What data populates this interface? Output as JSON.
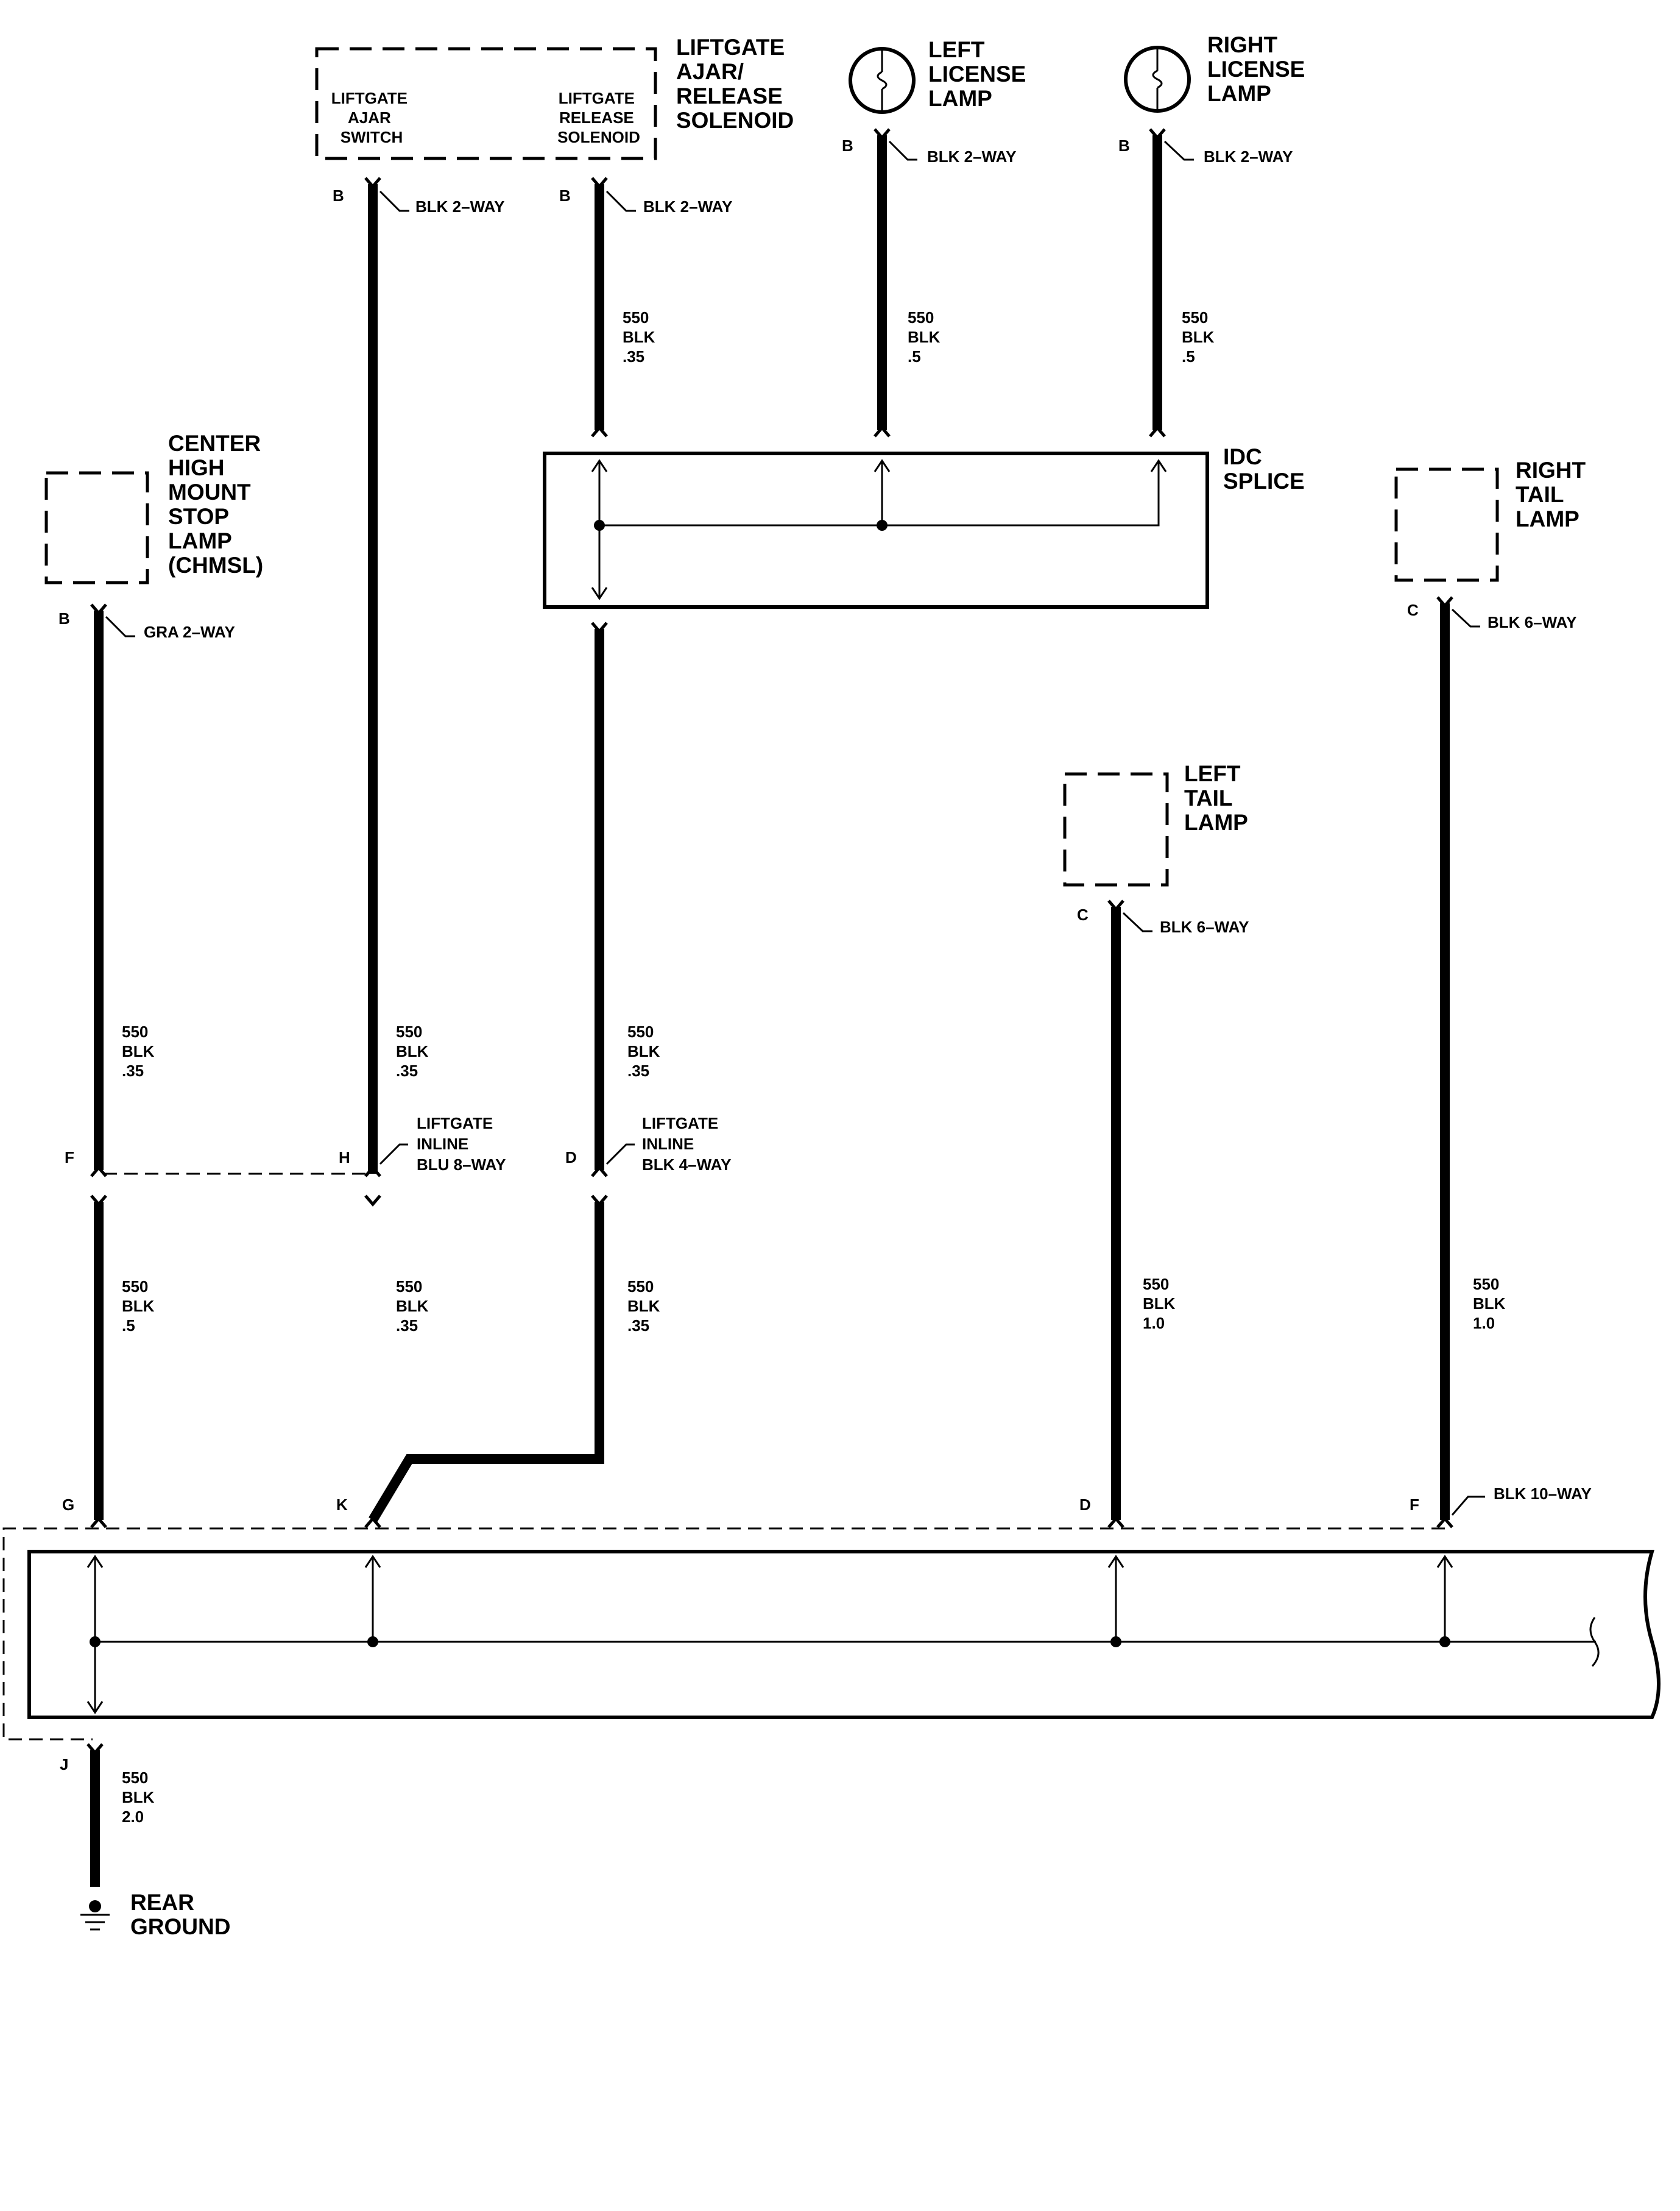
{
  "components": {
    "liftgate_module": {
      "title": [
        "LIFTGATE",
        "AJAR/",
        "RELEASE",
        "SOLENOID"
      ],
      "switch": [
        "LIFTGATE",
        "AJAR",
        "SWITCH"
      ],
      "solenoid": [
        "LIFTGATE",
        "RELEASE",
        "SOLENOID"
      ]
    },
    "left_license": {
      "title": [
        "LEFT",
        "LICENSE",
        "LAMP"
      ]
    },
    "right_license": {
      "title": [
        "RIGHT",
        "LICENSE",
        "LAMP"
      ]
    },
    "chmsl": {
      "title": [
        "CENTER",
        "HIGH",
        "MOUNT",
        "STOP",
        "LAMP",
        "(CHMSL)"
      ]
    },
    "idc_splice": {
      "title": [
        "IDC",
        "SPLICE"
      ]
    },
    "right_tail": {
      "title": [
        "RIGHT",
        "TAIL",
        "LAMP"
      ]
    },
    "left_tail": {
      "title": [
        "LEFT",
        "TAIL",
        "LAMP"
      ]
    },
    "rear_ground": {
      "title": [
        "REAR",
        "GROUND"
      ]
    }
  },
  "connectors": {
    "sw_b": {
      "pin": "B",
      "label": [
        "BLK 2–WAY"
      ]
    },
    "sol_b": {
      "pin": "B",
      "label": [
        "BLK 2–WAY"
      ]
    },
    "ll_b": {
      "pin": "B",
      "label": [
        "BLK 2–WAY"
      ]
    },
    "rl_b": {
      "pin": "B",
      "label": [
        "BLK 2–WAY"
      ]
    },
    "chmsl_b": {
      "pin": "B",
      "label": [
        "GRA 2–WAY"
      ]
    },
    "rt_c": {
      "pin": "C",
      "label": [
        "BLK 6–WAY"
      ]
    },
    "lt_c": {
      "pin": "C",
      "label": [
        "BLK 6–WAY"
      ]
    },
    "inline_f": {
      "pin": "F",
      "label": []
    },
    "inline_h": {
      "pin": "H",
      "label": [
        "LIFTGATE",
        "INLINE",
        "BLU 8–WAY"
      ]
    },
    "inline_d": {
      "pin": "D",
      "label": [
        "LIFTGATE",
        "INLINE",
        "BLK 4–WAY"
      ]
    },
    "bot_g": {
      "pin": "G",
      "label": []
    },
    "bot_k": {
      "pin": "K",
      "label": []
    },
    "bot_d": {
      "pin": "D",
      "label": []
    },
    "bot_f": {
      "pin": "F",
      "label": [
        "BLK 10–WAY"
      ]
    },
    "bot_j": {
      "pin": "J",
      "label": []
    }
  },
  "wires": {
    "w_sol": [
      "550",
      "BLK",
      ".35"
    ],
    "w_ll": [
      "550",
      "BLK",
      ".5"
    ],
    "w_rl": [
      "550",
      "BLK",
      ".5"
    ],
    "w_chmsl_up": [
      "550",
      "BLK",
      ".35"
    ],
    "w_sw_up": [
      "550",
      "BLK",
      ".35"
    ],
    "w_idc_up": [
      "550",
      "BLK",
      ".35"
    ],
    "w_chmsl_dn": [
      "550",
      "BLK",
      ".5"
    ],
    "w_sw_dn": [
      "550",
      "BLK",
      ".35"
    ],
    "w_idc_dn": [
      "550",
      "BLK",
      ".35"
    ],
    "w_lt": [
      "550",
      "BLK",
      "1.0"
    ],
    "w_rt": [
      "550",
      "BLK",
      "1.0"
    ],
    "w_gnd": [
      "550",
      "BLK",
      "2.0"
    ]
  }
}
